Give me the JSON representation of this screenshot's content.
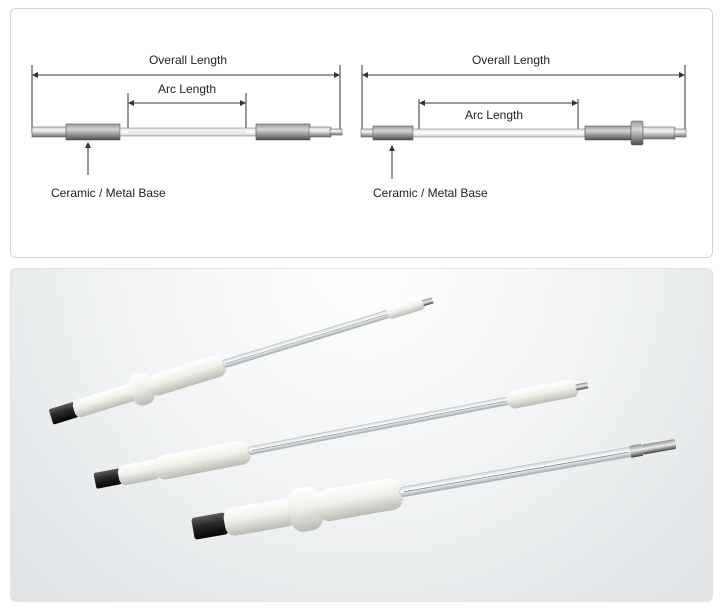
{
  "diagram_left": {
    "overall_length": "Overall Length",
    "arc_length": "Arc Length",
    "base_label": "Ceramic / Metal Base"
  },
  "diagram_right": {
    "overall_length": "Overall Length",
    "arc_length": "Arc Length",
    "base_label": "Ceramic / Metal Base"
  },
  "photo": {
    "subject": "three-lamps-photo"
  }
}
